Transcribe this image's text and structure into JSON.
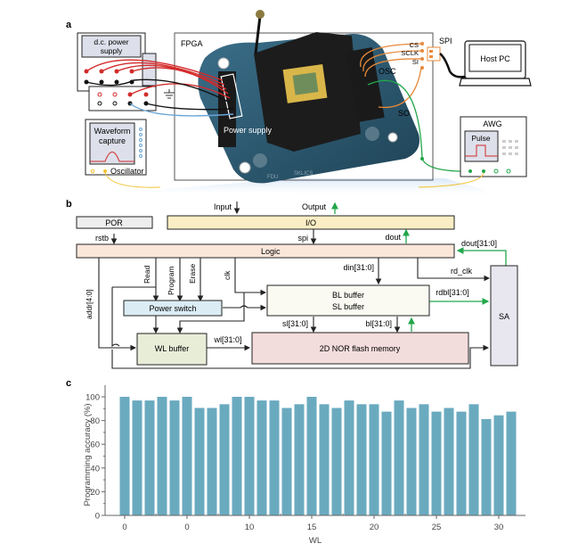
{
  "panel_a": {
    "label": "a",
    "dc_power_supply": "d.c. power supply",
    "dc_power_supply_lines": [
      "d.c. power",
      "supply"
    ],
    "fpga_label": "FPGA",
    "power_supply_label": "Power supply",
    "waveform_capture_lines": [
      "Waveform",
      "capture"
    ],
    "oscillator_label": "Oscillator",
    "spi_label": "SPI",
    "spi_pins": [
      "CS",
      "SCLK",
      "SI"
    ],
    "osc_label": "OSC",
    "so_label": "SO",
    "host_pc_label": "Host PC",
    "awg_label": "AWG",
    "pulse_label": "Pulse",
    "board_text": [
      "FDU",
      "SKLICS"
    ],
    "colors": {
      "power_wire": "#d42a2a",
      "ground_wire": "#111111",
      "bias_wire": "#6aa6d8",
      "spi_wire": "#e8893a",
      "osc_wire": "#22a64a",
      "trigger_wire": "#f2c230",
      "board": "#2c5a73"
    }
  },
  "panel_b": {
    "label": "b",
    "blocks": {
      "por": "POR",
      "io": "I/O",
      "logic": "Logic",
      "power_switch": "Power switch",
      "bl_buffer": "BL buffer",
      "sl_buffer": "SL buffer",
      "wl_buffer": "WL buffer",
      "nor_flash": "2D NOR flash memory",
      "sa": "SA"
    },
    "signals": {
      "input": "Input",
      "output": "Output",
      "rstb": "rstb",
      "spi": "spi",
      "dout": "dout",
      "dout_bus": "dout[31:0]",
      "read": "Read",
      "program": "Program",
      "erase": "Erase",
      "clk": "clk",
      "addr": "addr[4:0]",
      "din": "din[31:0]",
      "rd_clk": "rd_clk",
      "rdbl": "rdbl[31:0]",
      "sl": "sl[31:0]",
      "bl": "bl[31:0]",
      "wl": "wl[31:0]"
    },
    "colors": {
      "por_fill": "#eeeeee",
      "io_fill": "#fbeec4",
      "logic_fill": "#fbe6da",
      "power_switch_fill": "#dcecf4",
      "bl_fill": "#fafaf2",
      "wl_fill": "#e8edd8",
      "nor_fill": "#f3dcdc",
      "sa_fill": "#e8e6ee",
      "green_signal": "#22a64a"
    }
  },
  "chart_data": {
    "type": "bar",
    "panel_label": "c",
    "title": "",
    "xlabel": "WL",
    "ylabel": "Programming accuracy (%)",
    "ylim": [
      0,
      110
    ],
    "yticks": [
      0,
      20,
      40,
      60,
      80,
      100
    ],
    "xtick_positions": [
      0,
      5,
      10,
      15,
      20,
      25,
      30
    ],
    "xtick_labels": [
      "0",
      "0",
      "10",
      "15",
      "20",
      "25",
      "30"
    ],
    "x": [
      0,
      1,
      2,
      3,
      4,
      5,
      6,
      7,
      8,
      9,
      10,
      11,
      12,
      13,
      14,
      15,
      16,
      17,
      18,
      19,
      20,
      21,
      22,
      23,
      24,
      25,
      26,
      27,
      28,
      29,
      30,
      31
    ],
    "values": [
      100,
      96.9,
      96.9,
      100,
      96.9,
      100,
      90.6,
      90.6,
      93.75,
      100,
      100,
      96.9,
      96.9,
      90.6,
      93.75,
      100,
      93.75,
      90.6,
      96.9,
      93.75,
      93.75,
      87.5,
      96.9,
      90.6,
      93.75,
      87.5,
      90.6,
      87.5,
      93.75,
      81.25,
      84.4,
      87.5
    ],
    "bar_color": "#6aaabf",
    "grid": false,
    "legend": "none"
  }
}
